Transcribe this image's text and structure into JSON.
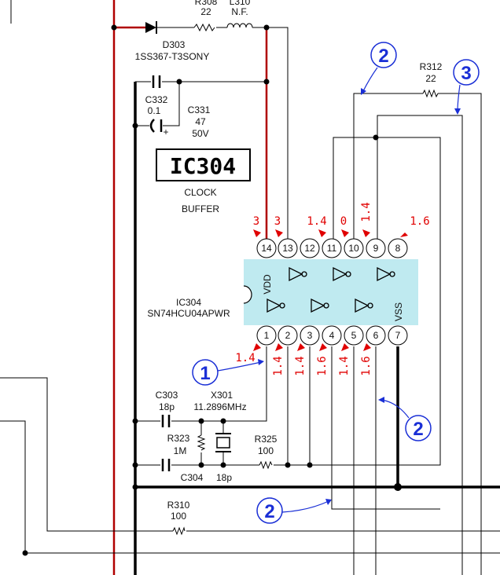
{
  "diagram": {
    "ic": {
      "name_box": "IC304",
      "function_line1": "CLOCK",
      "function_line2": "BUFFER",
      "ref": "IC304",
      "part": "SN74HCU04APWR",
      "vdd": "VDD",
      "vss": "VSS",
      "top_pins": [
        "14",
        "13",
        "12",
        "11",
        "10",
        "9",
        "8"
      ],
      "bottom_pins": [
        "1",
        "2",
        "3",
        "4",
        "5",
        "6",
        "7"
      ],
      "top_voltages": [
        "3",
        "3",
        "1.4",
        "0",
        "1.4",
        "1.6"
      ],
      "bottom_voltages": [
        "1.4",
        "1.4",
        "1.4",
        "1.6",
        "1.4",
        "1.6"
      ]
    },
    "components": {
      "r308_ref": "R308",
      "r308_val": "22",
      "l310_ref": "L310",
      "l310_val": "N.F.",
      "d303_ref": "D303",
      "d303_part": "1SS367-T3SONY",
      "c332_ref": "C332",
      "c332_val": "0.1",
      "c331_ref": "C331",
      "c331_val": "47",
      "c331_volt": "50V",
      "c331_plus": "+",
      "r312_ref": "R312",
      "r312_val": "22",
      "c303_ref": "C303",
      "c303_val": "18p",
      "x301_ref": "X301",
      "x301_val": "11.2896MHz",
      "r323_ref": "R323",
      "r323_val": "1M",
      "r325_ref": "R325",
      "r325_val": "100",
      "c304_ref": "C304",
      "c304_val": "18p",
      "r310_ref": "R310",
      "r310_val": "100"
    },
    "markers": [
      "1",
      "2",
      "3",
      "2",
      "2"
    ]
  }
}
